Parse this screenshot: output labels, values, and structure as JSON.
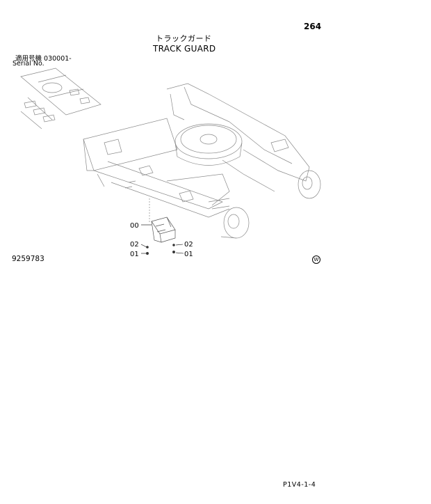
{
  "header": {
    "page_number": "264",
    "title_japanese": "トラックガード",
    "title_english": "TRACK GUARD"
  },
  "serial": {
    "label_japanese": "適用号機 030001-",
    "label_english": "Serial No."
  },
  "drawing": {
    "drawing_number": "9259783",
    "mark": "W",
    "callouts": [
      "00",
      "02",
      "01",
      "02",
      "01"
    ]
  },
  "footer": {
    "code": "P1V4-1-4"
  }
}
